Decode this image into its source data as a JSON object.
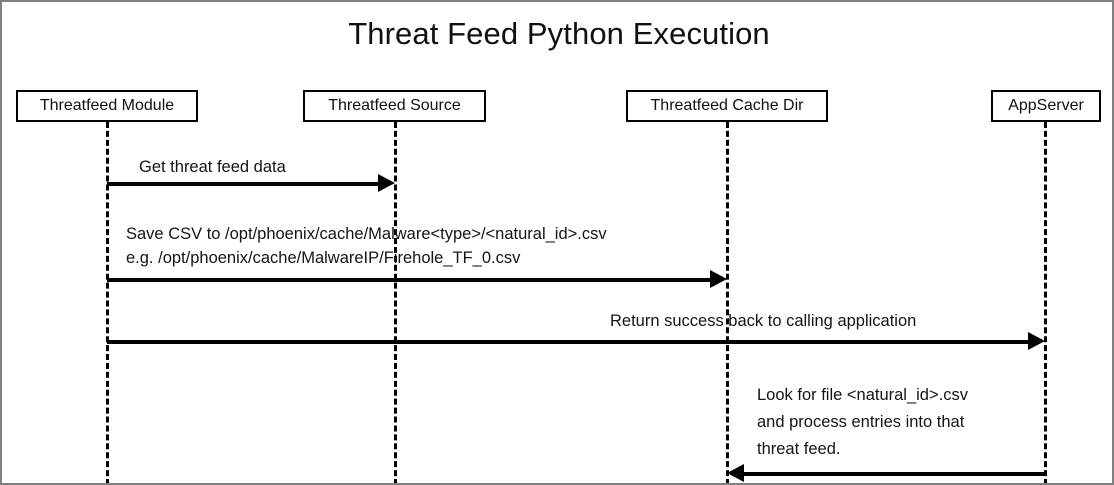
{
  "diagram": {
    "type": "sequence-diagram",
    "title": "Threat Feed Python Execution",
    "participants": [
      {
        "id": "threatfeed-module",
        "label": "Threatfeed Module"
      },
      {
        "id": "threatfeed-source",
        "label": "Threatfeed Source"
      },
      {
        "id": "threatfeed-cache-dir",
        "label": "Threatfeed Cache Dir"
      },
      {
        "id": "appserver",
        "label": "AppServer"
      }
    ],
    "messages": [
      {
        "id": "msg-get-threat-feed-data",
        "from": "threatfeed-module",
        "to": "threatfeed-source",
        "direction": "right",
        "label_lines": [
          "Get threat feed data"
        ],
        "label_line_1": "Get threat feed data"
      },
      {
        "id": "msg-save-csv",
        "from": "threatfeed-module",
        "to": "threatfeed-cache-dir",
        "direction": "right",
        "label_lines": [
          "Save CSV to /opt/phoenix/cache/Malware<type>/<natural_id>.csv",
          "e.g. /opt/phoenix/cache/MalwareIP/Firehole_TF_0.csv"
        ],
        "label_line_1": "Save CSV to /opt/phoenix/cache/Malware<type>/<natural_id>.csv",
        "label_line_2": "e.g. /opt/phoenix/cache/MalwareIP/Firehole_TF_0.csv"
      },
      {
        "id": "msg-return-success",
        "from": "threatfeed-module",
        "to": "appserver",
        "direction": "right",
        "label_lines": [
          "Return success back to calling application"
        ],
        "label_line_1": "Return success back to calling application"
      },
      {
        "id": "msg-look-for-file",
        "from": "appserver",
        "to": "threatfeed-cache-dir",
        "direction": "left",
        "label_lines": [
          "Look for file <natural_id>.csv",
          "and process entries into that",
          "threat feed."
        ],
        "label_line_1": "Look for file <natural_id>.csv",
        "label_line_2": "and process entries into that",
        "label_line_3": "threat feed."
      }
    ],
    "colors": {
      "line": "#000000",
      "text": "#111111",
      "background": "#ffffff",
      "border": "#808080"
    }
  }
}
